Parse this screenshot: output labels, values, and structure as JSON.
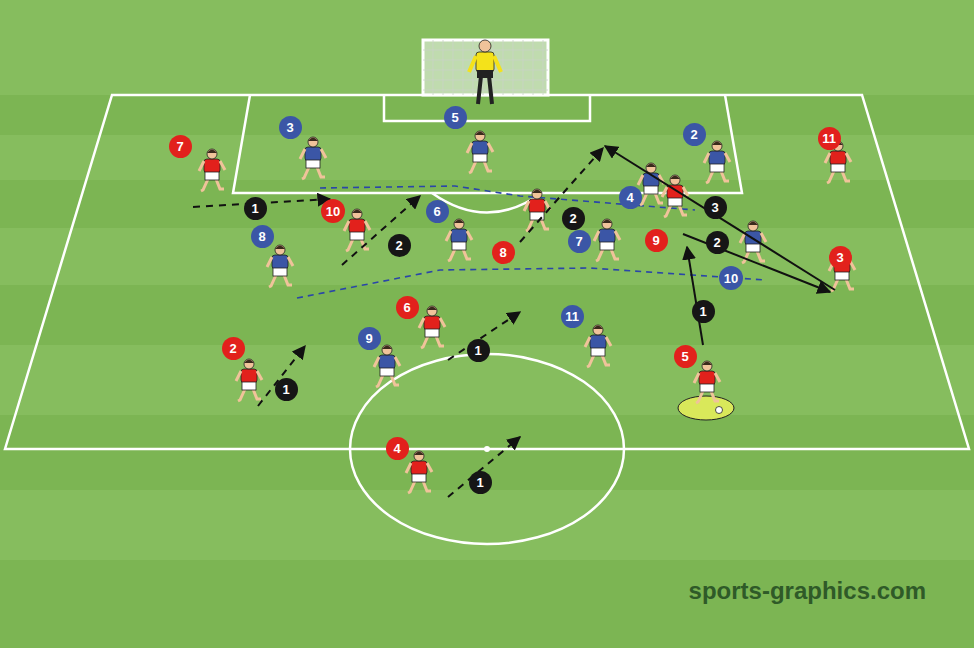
{
  "diagram": {
    "nodes": [
      {
        "text": [
          "5"
        ]
      },
      {
        "text": [
          "3"
        ]
      },
      {
        "text": [
          "2"
        ]
      },
      {
        "text": [
          "11"
        ]
      },
      {
        "text": [
          "7"
        ]
      },
      {
        "text": [
          "4"
        ]
      },
      {
        "text": [
          "3"
        ]
      },
      {
        "text": [
          "1"
        ]
      },
      {
        "text": [
          "10"
        ]
      },
      {
        "text": [
          "6"
        ]
      },
      {
        "text": [
          "2"
        ]
      },
      {
        "text": [
          "8"
        ]
      },
      {
        "text": [
          "9"
        ]
      },
      {
        "text": [
          "7"
        ]
      },
      {
        "text": [
          "2"
        ]
      },
      {
        "text": [
          "2"
        ]
      },
      {
        "text": [
          "8"
        ]
      },
      {
        "text": [
          "3"
        ]
      },
      {
        "text": [
          "10"
        ]
      },
      {
        "text": [
          "6"
        ]
      },
      {
        "text": [
          "1"
        ]
      },
      {
        "text": [
          "11"
        ]
      },
      {
        "text": [
          "9"
        ]
      },
      {
        "text": [
          "2"
        ]
      },
      {
        "text": [
          "1"
        ]
      },
      {
        "text": [
          "5"
        ]
      },
      {
        "text": [
          "1"
        ]
      },
      {
        "text": [
          "4"
        ]
      },
      {
        "text": [
          "1"
        ]
      }
    ],
    "labels": [
      "sports-graphics.com"
    ]
  }
}
